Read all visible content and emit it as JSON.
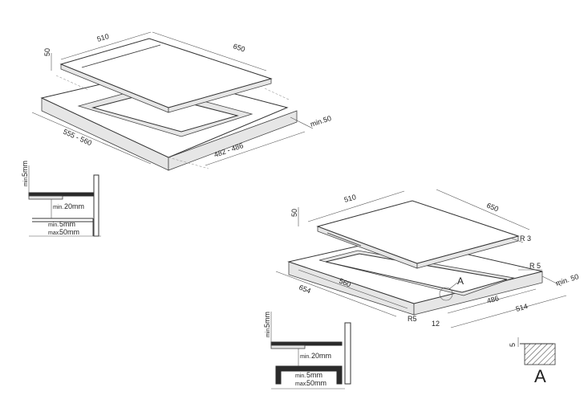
{
  "diagram1": {
    "width": "510",
    "depth": "650",
    "thickness": "50",
    "cutout_width": "555 - 560",
    "cutout_depth": "482 - 486",
    "min_clearance": "min.50"
  },
  "profile1": {
    "gap_min_prefix": "min.",
    "gap_min_value": "5mm",
    "clear_min_prefix": "min.",
    "clear_min_value": "20mm",
    "panel_min_prefix": "min.",
    "panel_min_value": "5mm",
    "panel_max_prefix": "max.",
    "panel_max_value": "50mm"
  },
  "diagram2": {
    "width": "510",
    "depth": "650",
    "thickness": "50",
    "radius_top": "R 3",
    "radius_corner": "R 5",
    "min_clearance": "min. 50",
    "cutout_outer_width": "654",
    "cutout_inner_width": "560",
    "cutout_inner_depth": "486",
    "cutout_outer_depth": "514",
    "radius_cutout": "R5",
    "step": "12",
    "detail_label": "A"
  },
  "profile2": {
    "gap_min_prefix": "min.",
    "gap_min_value": "5mm",
    "clear_min_prefix": "min.",
    "clear_min_value": "20mm",
    "panel_min_prefix": "min.",
    "panel_min_value": "5mm",
    "panel_max_prefix": "max.",
    "panel_max_value": "50mm"
  },
  "detail": {
    "dimension": "5",
    "label": "A"
  }
}
